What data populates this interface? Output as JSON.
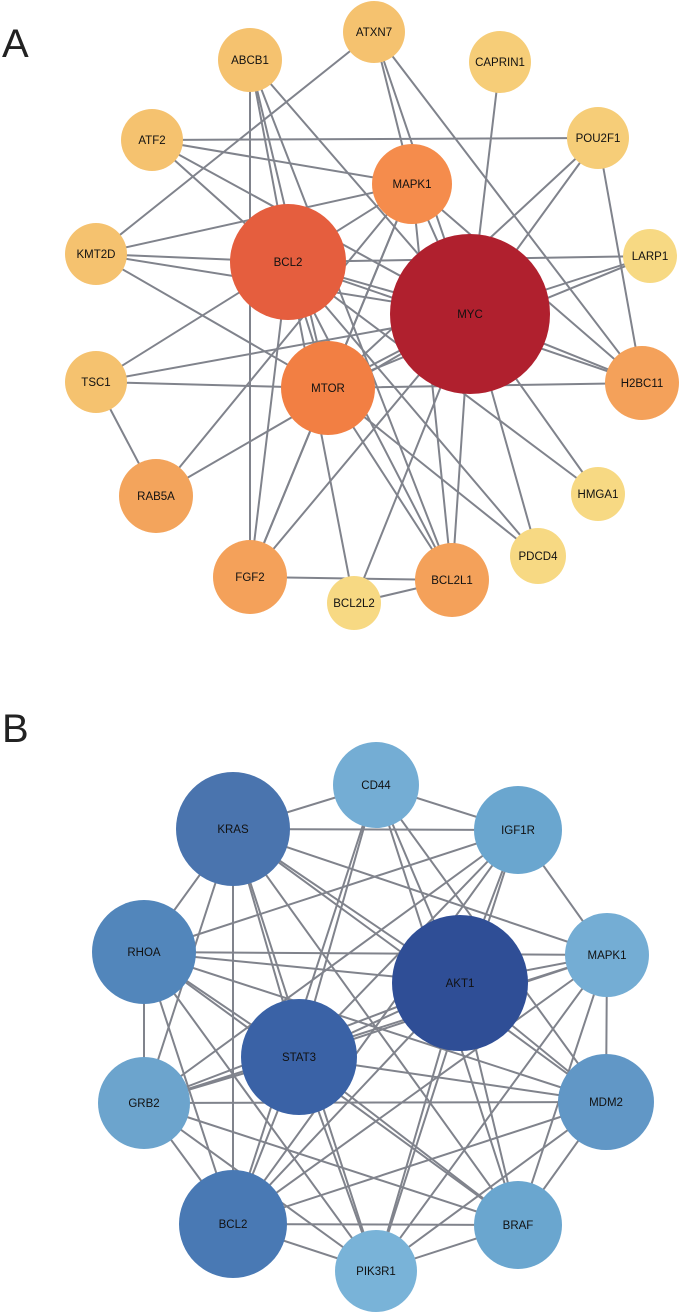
{
  "panels": [
    {
      "id": "A",
      "label": "A",
      "nodes": [
        "MYC",
        "BCL2",
        "MTOR",
        "MAPK1",
        "BCL2L1",
        "H2BC11",
        "FGF2",
        "RAB5A",
        "ATXN7",
        "ABCB1",
        "CAPRIN1",
        "ATF2",
        "POU2F1",
        "KMT2D",
        "LARP1",
        "TSC1",
        "HMGA1",
        "PDCD4",
        "BCL2L2"
      ],
      "colors": {
        "MYC": "#b0202e",
        "BCL2": "#e55e3e",
        "MTOR": "#f27f43",
        "MAPK1": "#f58c4c",
        "BCL2L1": "#f4a15a",
        "H2BC11": "#f4a15a",
        "FGF2": "#f4a15a",
        "RAB5A": "#f3a45c",
        "ATXN7": "#f5c26f",
        "ABCB1": "#f5c26f",
        "CAPRIN1": "#f6cd78",
        "ATF2": "#f5c26f",
        "POU2F1": "#f6cd78",
        "KMT2D": "#f5c26f",
        "LARP1": "#f7d983",
        "TSC1": "#f5c26f",
        "HMGA1": "#f7d983",
        "PDCD4": "#f7d983",
        "BCL2L2": "#f7d983"
      },
      "edges": [
        [
          "ABCB1",
          "BCL2"
        ],
        [
          "ABCB1",
          "MYC"
        ],
        [
          "ABCB1",
          "MTOR"
        ],
        [
          "ABCB1",
          "BCL2L1"
        ],
        [
          "ABCB1",
          "FGF2"
        ],
        [
          "ATXN7",
          "KMT2D"
        ],
        [
          "ATXN7",
          "MYC"
        ],
        [
          "ATXN7",
          "H2BC11"
        ],
        [
          "ATXN7",
          "MAPK1"
        ],
        [
          "CAPRIN1",
          "MYC"
        ],
        [
          "ATF2",
          "POU2F1"
        ],
        [
          "ATF2",
          "BCL2"
        ],
        [
          "ATF2",
          "MYC"
        ],
        [
          "ATF2",
          "MAPK1"
        ],
        [
          "POU2F1",
          "MYC"
        ],
        [
          "POU2F1",
          "H2BC11"
        ],
        [
          "POU2F1",
          "MTOR"
        ],
        [
          "KMT2D",
          "BCL2"
        ],
        [
          "KMT2D",
          "MYC"
        ],
        [
          "KMT2D",
          "MTOR"
        ],
        [
          "KMT2D",
          "MAPK1"
        ],
        [
          "LARP1",
          "MYC"
        ],
        [
          "LARP1",
          "BCL2"
        ],
        [
          "LARP1",
          "MTOR"
        ],
        [
          "TSC1",
          "MTOR"
        ],
        [
          "TSC1",
          "RAB5A"
        ],
        [
          "TSC1",
          "BCL2"
        ],
        [
          "TSC1",
          "MYC"
        ],
        [
          "RAB5A",
          "MYC"
        ],
        [
          "RAB5A",
          "MAPK1"
        ],
        [
          "HMGA1",
          "MYC"
        ],
        [
          "HMGA1",
          "BCL2"
        ],
        [
          "PDCD4",
          "MYC"
        ],
        [
          "PDCD4",
          "BCL2"
        ],
        [
          "PDCD4",
          "MTOR"
        ],
        [
          "BCL2L2",
          "MYC"
        ],
        [
          "BCL2L2",
          "BCL2L1"
        ],
        [
          "BCL2L2",
          "BCL2"
        ],
        [
          "BCL2L1",
          "MYC"
        ],
        [
          "BCL2L1",
          "BCL2"
        ],
        [
          "BCL2L1",
          "MTOR"
        ],
        [
          "BCL2L1",
          "MAPK1"
        ],
        [
          "FGF2",
          "BCL2L1"
        ],
        [
          "FGF2",
          "BCL2"
        ],
        [
          "FGF2",
          "MYC"
        ],
        [
          "FGF2",
          "MTOR"
        ],
        [
          "FGF2",
          "MAPK1"
        ],
        [
          "H2BC11",
          "MYC"
        ],
        [
          "H2BC11",
          "BCL2"
        ],
        [
          "H2BC11",
          "MTOR"
        ],
        [
          "H2BC11",
          "MAPK1"
        ],
        [
          "MYC",
          "BCL2"
        ],
        [
          "MYC",
          "MTOR"
        ],
        [
          "MYC",
          "MAPK1"
        ],
        [
          "BCL2",
          "MTOR"
        ],
        [
          "BCL2",
          "MAPK1"
        ],
        [
          "MTOR",
          "MAPK1"
        ]
      ]
    },
    {
      "id": "B",
      "label": "B",
      "nodes": [
        "AKT1",
        "STAT3",
        "KRAS",
        "RHOA",
        "BCL2",
        "MDM2",
        "GRB2",
        "BRAF",
        "IGF1R",
        "MAPK1",
        "CD44",
        "PIK3R1"
      ],
      "colors": {
        "AKT1": "#2f4e96",
        "STAT3": "#3a62a6",
        "KRAS": "#4a74ae",
        "RHOA": "#5286bb",
        "BCL2": "#4979b4",
        "MDM2": "#6197c6",
        "GRB2": "#6ca4cd",
        "BRAF": "#6aa6cf",
        "IGF1R": "#6aa6cf",
        "MAPK1": "#74add4",
        "CD44": "#74add4",
        "PIK3R1": "#79b3d8"
      },
      "edges": [
        [
          "CD44",
          "KRAS"
        ],
        [
          "CD44",
          "IGF1R"
        ],
        [
          "CD44",
          "AKT1"
        ],
        [
          "CD44",
          "STAT3"
        ],
        [
          "CD44",
          "BRAF"
        ],
        [
          "CD44",
          "BCL2"
        ],
        [
          "CD44",
          "MDM2"
        ],
        [
          "KRAS",
          "RHOA"
        ],
        [
          "KRAS",
          "AKT1"
        ],
        [
          "KRAS",
          "STAT3"
        ],
        [
          "KRAS",
          "BRAF"
        ],
        [
          "KRAS",
          "PIK3R1"
        ],
        [
          "KRAS",
          "BCL2"
        ],
        [
          "KRAS",
          "GRB2"
        ],
        [
          "KRAS",
          "MAPK1"
        ],
        [
          "KRAS",
          "IGF1R"
        ],
        [
          "KRAS",
          "MDM2"
        ],
        [
          "IGF1R",
          "AKT1"
        ],
        [
          "IGF1R",
          "STAT3"
        ],
        [
          "IGF1R",
          "GRB2"
        ],
        [
          "IGF1R",
          "PIK3R1"
        ],
        [
          "IGF1R",
          "BCL2"
        ],
        [
          "IGF1R",
          "MAPK1"
        ],
        [
          "IGF1R",
          "RHOA"
        ],
        [
          "RHOA",
          "AKT1"
        ],
        [
          "RHOA",
          "STAT3"
        ],
        [
          "RHOA",
          "GRB2"
        ],
        [
          "RHOA",
          "BCL2"
        ],
        [
          "RHOA",
          "MAPK1"
        ],
        [
          "RHOA",
          "MDM2"
        ],
        [
          "RHOA",
          "BRAF"
        ],
        [
          "RHOA",
          "PIK3R1"
        ],
        [
          "MAPK1",
          "AKT1"
        ],
        [
          "MAPK1",
          "STAT3"
        ],
        [
          "MAPK1",
          "BRAF"
        ],
        [
          "MAPK1",
          "MDM2"
        ],
        [
          "MAPK1",
          "BCL2"
        ],
        [
          "MAPK1",
          "GRB2"
        ],
        [
          "MAPK1",
          "PIK3R1"
        ],
        [
          "GRB2",
          "AKT1"
        ],
        [
          "GRB2",
          "STAT3"
        ],
        [
          "GRB2",
          "BCL2"
        ],
        [
          "GRB2",
          "PIK3R1"
        ],
        [
          "GRB2",
          "MDM2"
        ],
        [
          "GRB2",
          "BRAF"
        ],
        [
          "MDM2",
          "AKT1"
        ],
        [
          "MDM2",
          "STAT3"
        ],
        [
          "MDM2",
          "BRAF"
        ],
        [
          "MDM2",
          "BCL2"
        ],
        [
          "MDM2",
          "PIK3R1"
        ],
        [
          "BCL2",
          "AKT1"
        ],
        [
          "BCL2",
          "STAT3"
        ],
        [
          "BCL2",
          "PIK3R1"
        ],
        [
          "BCL2",
          "BRAF"
        ],
        [
          "BRAF",
          "AKT1"
        ],
        [
          "BRAF",
          "STAT3"
        ],
        [
          "BRAF",
          "PIK3R1"
        ],
        [
          "PIK3R1",
          "AKT1"
        ],
        [
          "PIK3R1",
          "STAT3"
        ],
        [
          "AKT1",
          "STAT3"
        ]
      ]
    }
  ]
}
